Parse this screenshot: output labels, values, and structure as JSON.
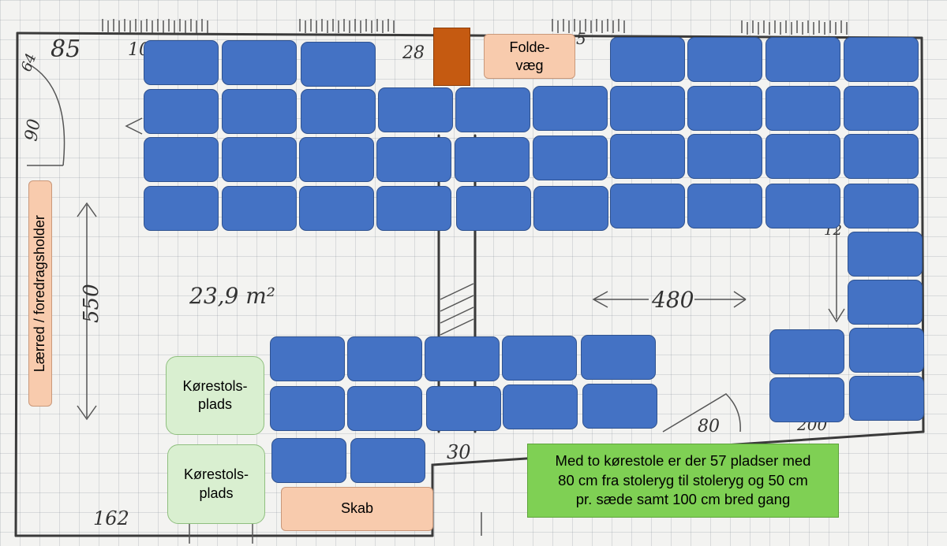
{
  "labels": {
    "screen": "Lærred / foredragsholder",
    "folding_wall_line1": "Folde-",
    "folding_wall_line2": "væg",
    "wheelchair_1_line1": "Kørestols-",
    "wheelchair_1_line2": "plads",
    "wheelchair_2_line1": "Kørestols-",
    "wheelchair_2_line2": "plads",
    "cabinet": "Skab",
    "note_line1": "Med to kørestole er der 57 pladser med",
    "note_line2": "80 cm fra stoleryg til stoleryg og 50 cm",
    "note_line3": "pr. sæde samt 100 cm bred gang"
  },
  "sketch_annotations": {
    "top_left_number": "85",
    "top_left_small": "64",
    "door_arc": "90",
    "left_dimension": "550",
    "area": "23,9 m²",
    "width_dimension": "480",
    "pillar_number": "30",
    "pillar_top_number": "28",
    "bottom_left_number": "162",
    "bottom_right_arc": "80",
    "top_partial_1": "10",
    "top_partial_2": "5",
    "right_partial": "12",
    "bottom_right_partial": "200"
  },
  "colors": {
    "seat": "#4472c4",
    "folding_wall": "#c55a11",
    "peach": "#f8cbad",
    "wheelchair": "#d9efd0",
    "note": "#7fd054"
  }
}
